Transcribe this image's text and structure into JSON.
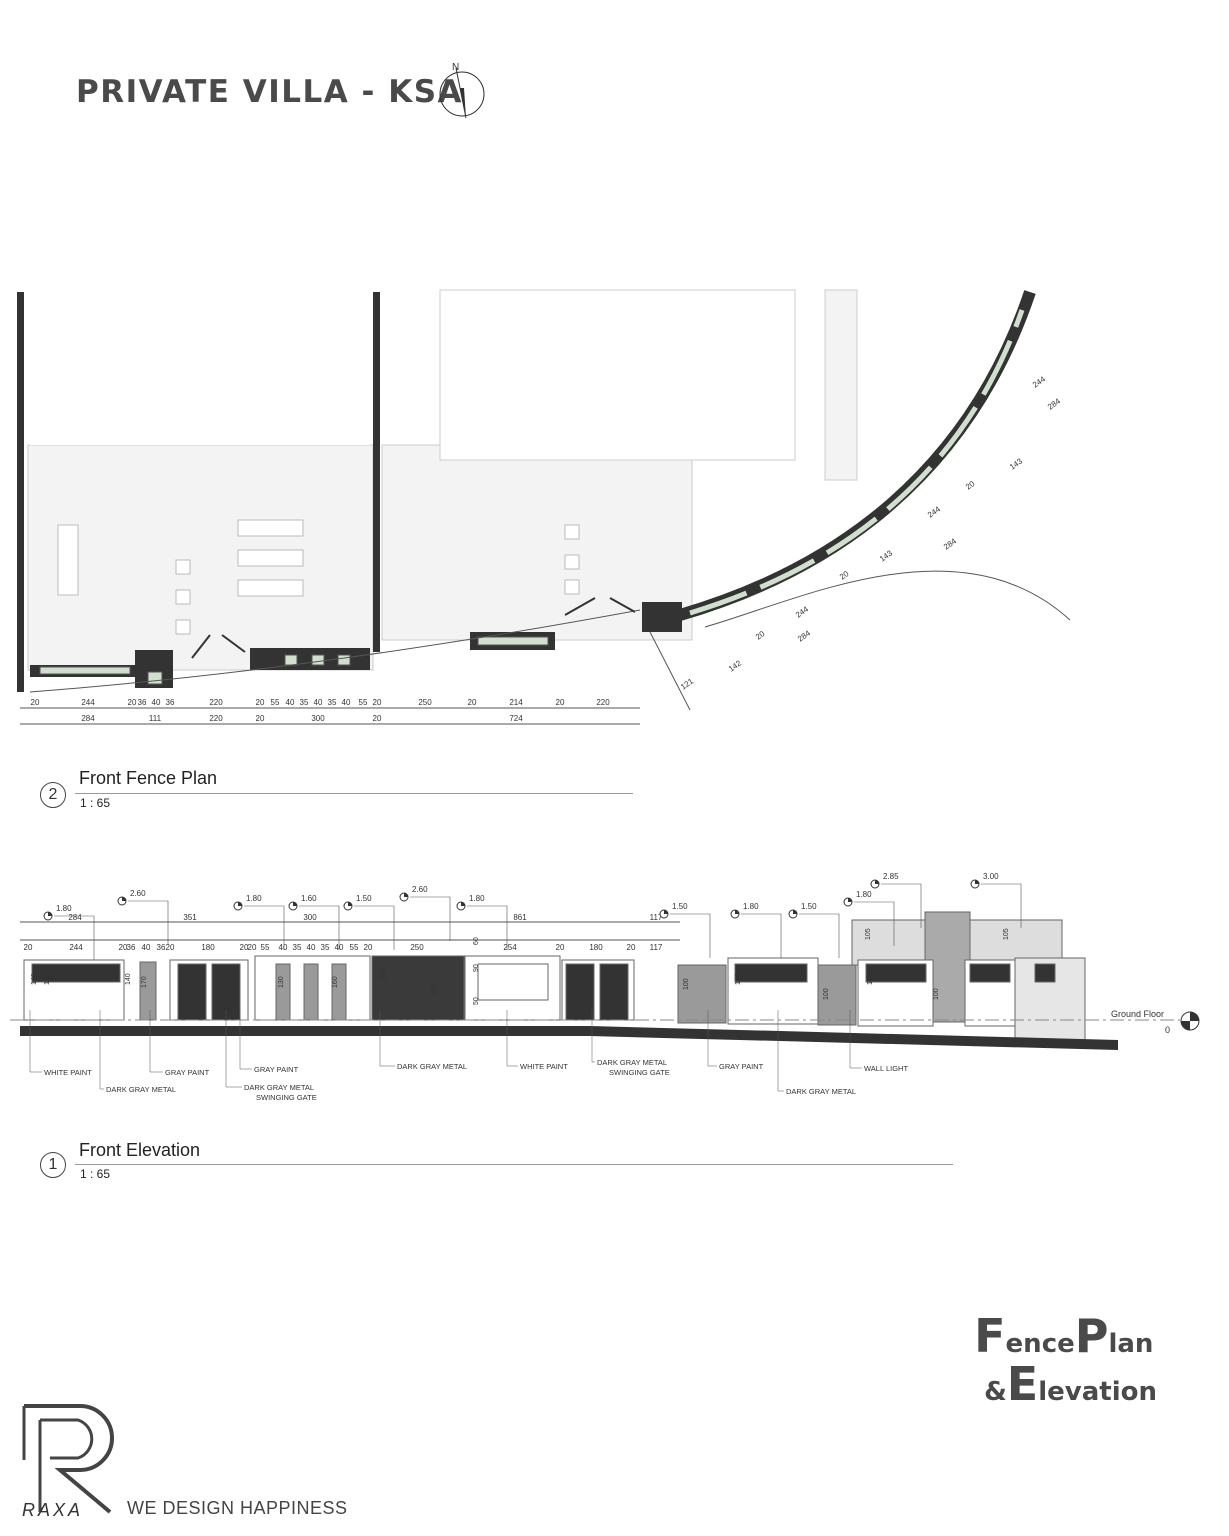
{
  "header": {
    "title": "PRIVATE VILLA - KSA",
    "north_label": "N",
    "north_icon": "north-arrow-icon"
  },
  "plan": {
    "title": "Front Fence Plan",
    "number": "2",
    "scale": "1 : 65",
    "dims_row1": [
      "20",
      "244",
      "20",
      "36",
      "40",
      "36",
      "220",
      "20",
      "55",
      "40",
      "35",
      "40",
      "35",
      "40",
      "55",
      "20",
      "250",
      "20",
      "214",
      "20",
      "220"
    ],
    "dims_row2": [
      "284",
      "111",
      "220",
      "20",
      "300",
      "20",
      "724"
    ],
    "curve_dims": [
      "121",
      "142",
      "20",
      "244",
      "284",
      "20",
      "143",
      "244",
      "284",
      "20",
      "143",
      "244",
      "284"
    ]
  },
  "elevation": {
    "title": "Front Elevation",
    "number": "1",
    "scale": "1 : 65",
    "top_dims": [
      "284",
      "351",
      "300",
      "861",
      "117"
    ],
    "dims_row": [
      "20",
      "244",
      "20",
      "36",
      "40",
      "36",
      "20",
      "180",
      "20",
      "20",
      "55",
      "40",
      "35",
      "40",
      "35",
      "40",
      "55",
      "20",
      "250",
      "254",
      "20",
      "180",
      "20",
      "117"
    ],
    "levels": [
      "1.80",
      "2.60",
      "1.80",
      "1.60",
      "1.50",
      "2.60",
      "1.80",
      "1.50",
      "1.80",
      "1.50",
      "1.80",
      "2.85",
      "3.00"
    ],
    "vertical_dims": [
      "140",
      "180",
      "170",
      "140",
      "180",
      "130",
      "160",
      "240",
      "150",
      "90",
      "50",
      "60",
      "100",
      "140",
      "100",
      "140",
      "100",
      "105",
      "105"
    ],
    "ground_label": "Ground Floor",
    "ground_value": "0",
    "materials": [
      "WHITE PAINT",
      "DARK GRAY METAL",
      "GRAY PAINT",
      "GRAY PAINT",
      "DARK GRAY METAL SWINGING GATE",
      "DARK GRAY METAL",
      "WHITE PAINT",
      "DARK GRAY METAL SWINGING GATE",
      "GRAY PAINT",
      "DARK GRAY METAL",
      "WALL LIGHT"
    ]
  },
  "sheet": {
    "line1_a": "F",
    "line1_b": "ence",
    "line1_c": "P",
    "line1_d": "lan",
    "line2_a": "&",
    "line2_b": "E",
    "line2_c": "levation"
  },
  "brand": {
    "logo": "RAXA",
    "tagline": "WE DESIGN HAPPINESS"
  },
  "colors": {
    "wall": "#333333",
    "glass": "#cfe0cc",
    "metal": "#3a3a3a",
    "gray_paint": "#9a9a9a"
  }
}
